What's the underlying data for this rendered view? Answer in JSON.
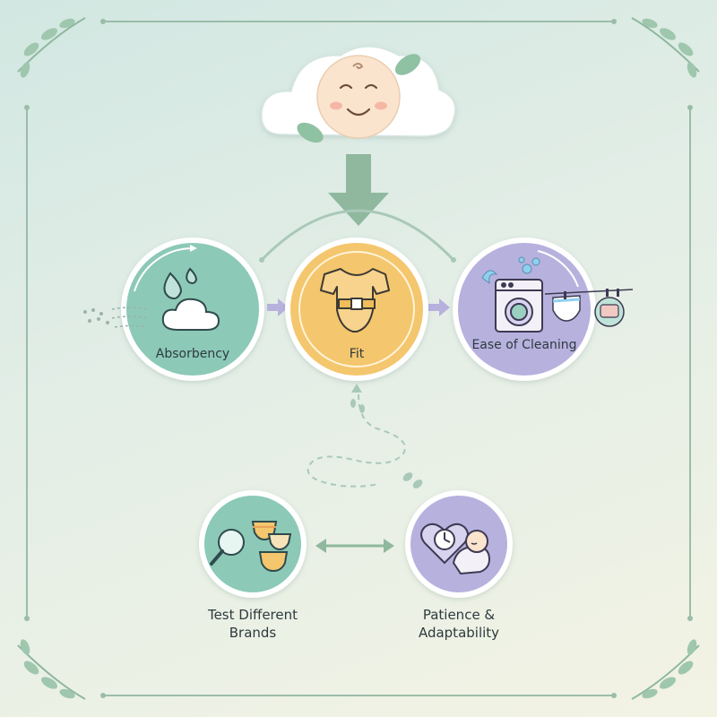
{
  "diagram": {
    "nodes": {
      "absorbency": {
        "label": "Absorbency"
      },
      "fit": {
        "label": "Fit"
      },
      "ease_of_cleaning": {
        "label": "Ease of Cleaning"
      },
      "test_brands": {
        "label_line1": "Test Different",
        "label_line2": "Brands"
      },
      "patience": {
        "label_line1": "Patience &",
        "label_line2": "Adaptability"
      }
    },
    "icons": {
      "top": "baby-face-cloud-icon",
      "absorbency": "water-drops-cloud-icon",
      "fit": "onesie-icon",
      "ease_of_cleaning": "washing-machine-icon",
      "test_brands": "magnifier-diapers-icon",
      "patience": "heart-clock-baby-icon"
    },
    "colors": {
      "teal": "#8cc9b7",
      "yellow": "#f4c66d",
      "lavender": "#b7b1de",
      "frame": "#8db29f",
      "arrow": "#9fc2ad"
    }
  }
}
